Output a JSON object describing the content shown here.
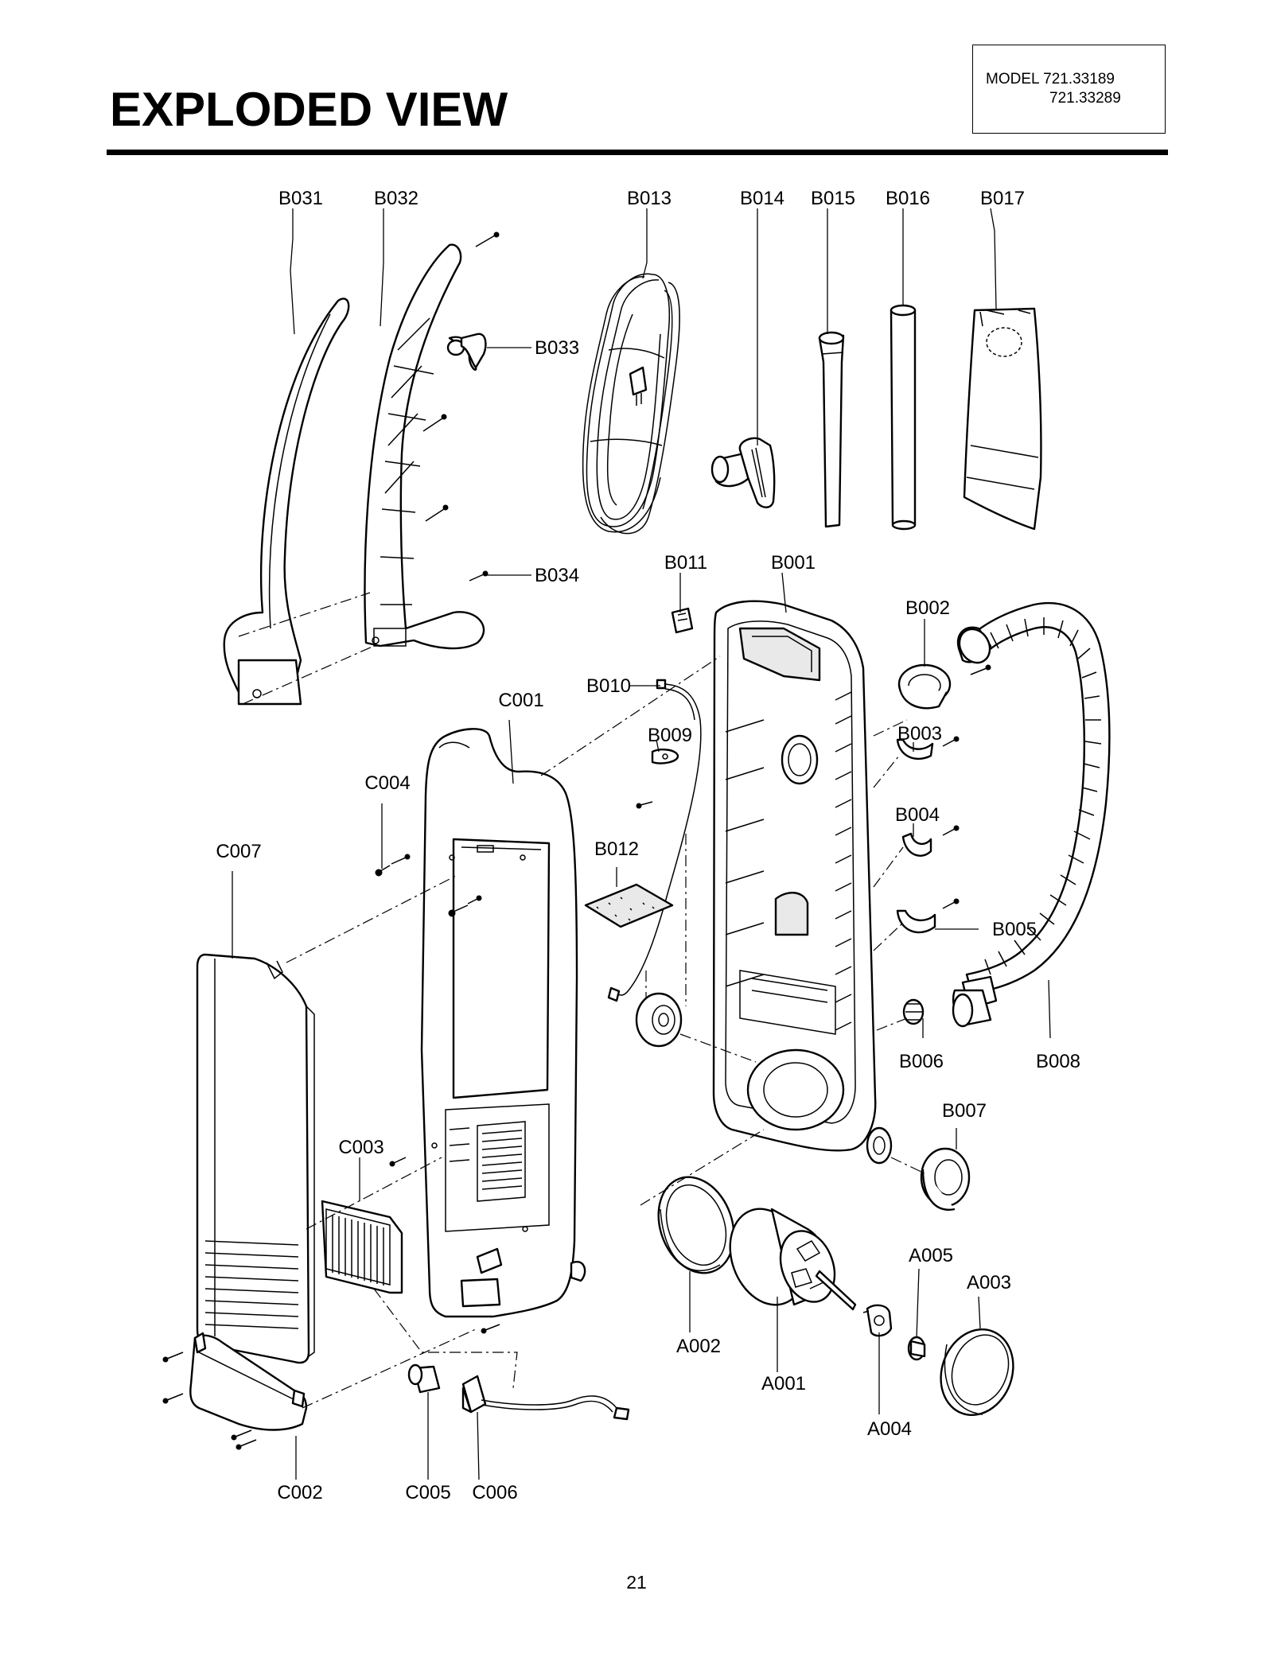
{
  "title": "EXPLODED VIEW",
  "model": {
    "line1": "MODEL 721.33189",
    "line2": "721.33289"
  },
  "page_number": "21",
  "part_labels": {
    "B031": "B031",
    "B032": "B032",
    "B013": "B013",
    "B014": "B014",
    "B015": "B015",
    "B016": "B016",
    "B017": "B017",
    "B033": "B033",
    "B034": "B034",
    "B011": "B011",
    "B001": "B001",
    "B002": "B002",
    "B010": "B010",
    "C001": "C001",
    "B009": "B009",
    "B003": "B003",
    "C004": "C004",
    "B004": "B004",
    "C007": "C007",
    "B012": "B012",
    "B005": "B005",
    "B006": "B006",
    "B008": "B008",
    "B007": "B007",
    "C003": "C003",
    "A005": "A005",
    "A003": "A003",
    "A002": "A002",
    "A001": "A001",
    "A004": "A004",
    "C002": "C002",
    "C005": "C005",
    "C006": "C006"
  }
}
